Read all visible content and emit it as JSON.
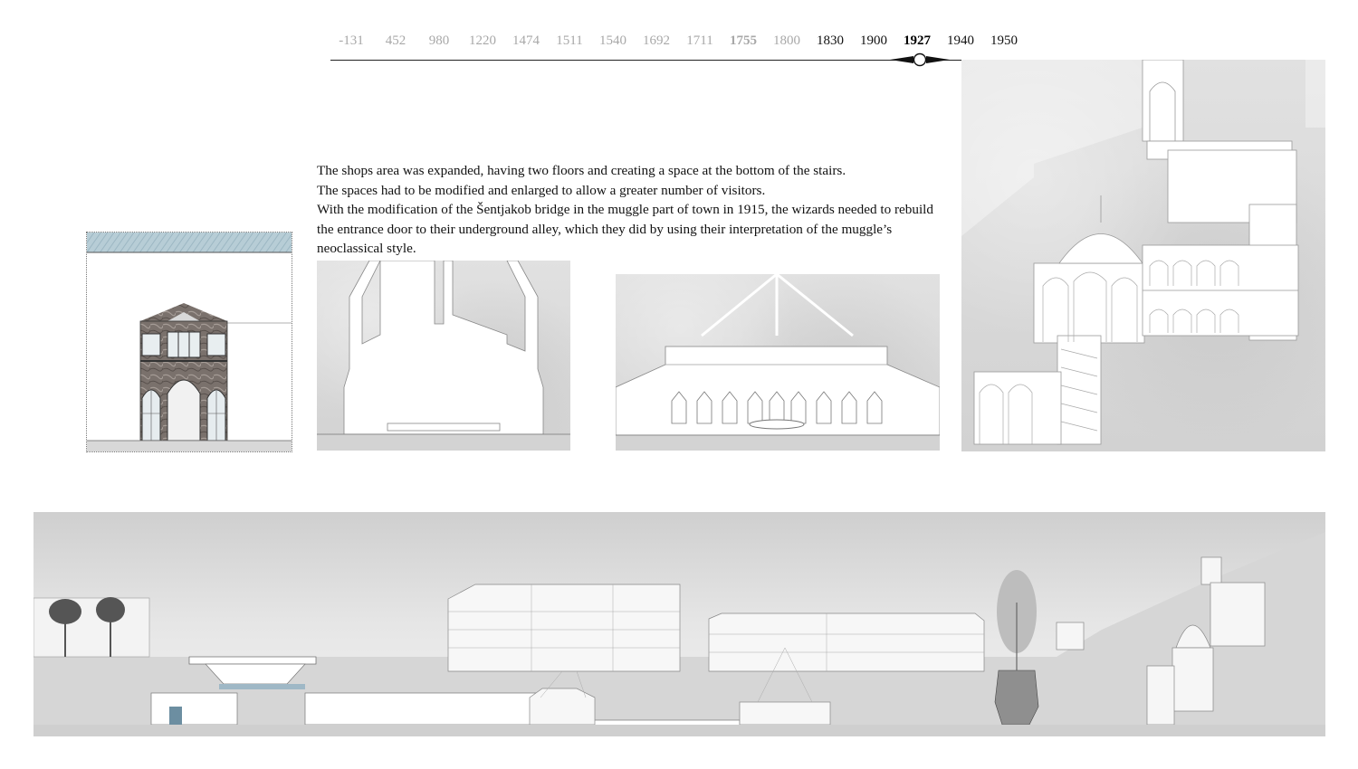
{
  "timeline": {
    "years": [
      {
        "label": "-131",
        "state": "past"
      },
      {
        "label": "452",
        "state": "past"
      },
      {
        "label": "980",
        "state": "past"
      },
      {
        "label": "1220",
        "state": "past"
      },
      {
        "label": "1474",
        "state": "past"
      },
      {
        "label": "1511",
        "state": "past"
      },
      {
        "label": "1540",
        "state": "past"
      },
      {
        "label": "1692",
        "state": "past"
      },
      {
        "label": "1711",
        "state": "past"
      },
      {
        "label": "1755",
        "state": "past-bold"
      },
      {
        "label": "1800",
        "state": "past"
      },
      {
        "label": "1830",
        "state": "dark"
      },
      {
        "label": "1900",
        "state": "dark"
      },
      {
        "label": "1927",
        "state": "current"
      },
      {
        "label": "1940",
        "state": "dark"
      },
      {
        "label": "1950",
        "state": "dark"
      }
    ],
    "selected": "1927",
    "slider_icon": "timeline-slider-icon"
  },
  "description": {
    "lines": [
      "The shops area was expanded, having two floors and creating a space at the bottom of the stairs.",
      "The spaces had to be modified and enlarged to allow a greater number of visitors.",
      "With the modification of the Šentjakob bridge in the muggle part of town in 1915, the wizards needed to rebuild the entrance door to their underground alley, which they did by using their interpretation of the muggle’s neoclassical style."
    ]
  },
  "drawings": {
    "facade": "entrance-facade-elevation",
    "section_a": "alley-entrance-section",
    "section_b": "shops-hall-section",
    "section_c": "stair-tower-section",
    "long_section": "town-long-section"
  },
  "colors": {
    "ink": "#111111",
    "muted_year": "#a8a8a8",
    "concrete": "#d6d6d6",
    "sky_glass": "#a9c3cf",
    "stone": "#6f6660"
  }
}
